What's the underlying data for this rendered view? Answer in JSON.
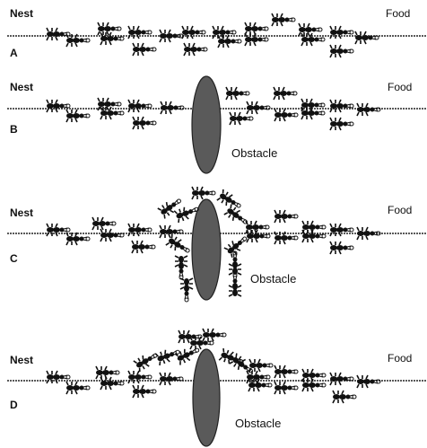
{
  "panels": [
    {
      "letter": "A",
      "nest": "Nest",
      "food": "Food",
      "obstacle_label": ""
    },
    {
      "letter": "B",
      "nest": "Nest",
      "food": "Food",
      "obstacle_label": "Obstacle"
    },
    {
      "letter": "C",
      "nest": "Nest",
      "food": "Food",
      "obstacle_label": "Obstacle"
    },
    {
      "letter": "D",
      "nest": "Nest",
      "food": "Food",
      "obstacle_label": "Obstacle"
    }
  ],
  "colors": {
    "ink": "#111111",
    "obstacle": "#5a5a5a",
    "trail": "#222222"
  }
}
